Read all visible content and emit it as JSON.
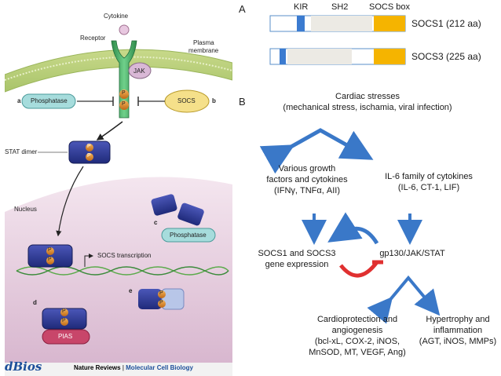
{
  "left_figure": {
    "labels": {
      "cytokine": "Cytokine",
      "receptor": "Receptor",
      "plasma_membrane_1": "Plasma",
      "plasma_membrane_2": "membrane",
      "jak": "JAK",
      "phosphatase_a": "Phosphatase",
      "socs_b": "SOCS",
      "p": "P",
      "stat_dimer": "STAT dimer",
      "nucleus": "Nucleus",
      "phosphatase_c": "Phosphatase",
      "socs_transcription": "SOCS transcription",
      "pias": "PIAS",
      "letter_a": "a",
      "letter_b": "b",
      "letter_c": "c",
      "letter_d": "d",
      "letter_e": "e"
    },
    "credit_journal": "Nature Reviews",
    "credit_separator": "|",
    "credit_title": "Molecular Cell Biology",
    "logo_text": "dBios"
  },
  "panel_a": {
    "letter": "A",
    "domain_labels": {
      "kir": "KIR",
      "sh2": "SH2",
      "socs_box": "SOCS box"
    },
    "proteins": [
      {
        "name": "SOCS1 (212 aa)"
      },
      {
        "name": "SOCS3 (225 aa)"
      }
    ],
    "colors": {
      "kir": "#3b7bd0",
      "sh2": "#eceae4",
      "socs_box": "#f5b400",
      "outline": "#5a8fc8"
    }
  },
  "panel_b": {
    "letter": "B",
    "cardiac_title": "Cardiac stresses",
    "cardiac_detail": "(mechanical stress, ischamia, viral  infection)",
    "growth_1": "Various growth",
    "growth_2": "factors and cytokines",
    "growth_3": "(IFNγ, TNFα, AII)",
    "il6_1": "IL-6 family of cytokines",
    "il6_2": "(IL-6, CT-1, LIF)",
    "socs_expr_1": "SOCS1 and SOCS3",
    "socs_expr_2": "gene expression",
    "gp130": "gp130/JAK/STAT",
    "cardio_1": "Cardioprotection and",
    "cardio_2": "angiogenesis",
    "cardio_3": "(bcl-xL, COX-2, iNOS,",
    "cardio_4": "MnSOD, MT, VEGF, Ang)",
    "hyper_1": "Hypertrophy and",
    "hyper_2": "inflammation",
    "hyper_3": "(AGT, iNOS, MMPs)",
    "colors": {
      "arrow": "#3a78c8",
      "inhibit": "#e03030"
    }
  }
}
